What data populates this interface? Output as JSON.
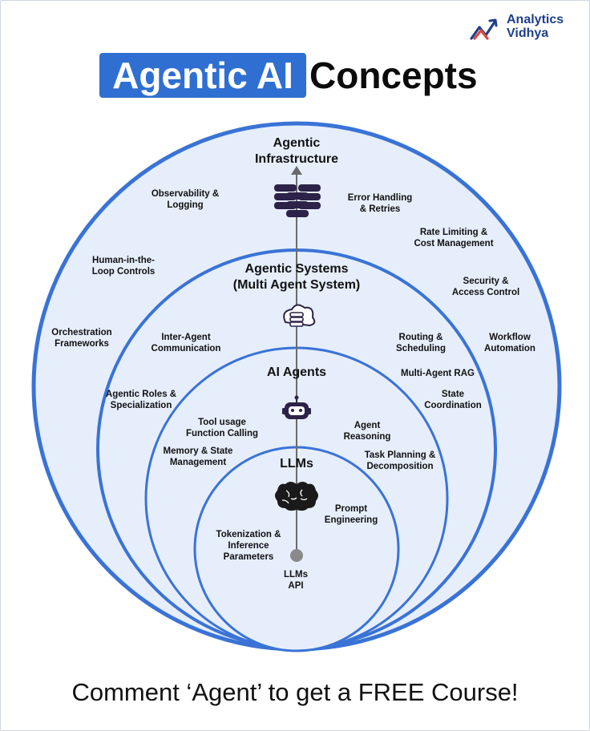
{
  "logo": {
    "line1": "Analytics",
    "line2": "Vidhya"
  },
  "title": {
    "highlight": "Agentic AI",
    "rest": "Concepts"
  },
  "rings": {
    "infrastructure": {
      "title": "Agentic\nInfrastructure"
    },
    "systems": {
      "title": "Agentic Systems\n(Multi Agent System)"
    },
    "agents": {
      "title": "AI Agents"
    },
    "llms": {
      "title": "LLMs"
    }
  },
  "concepts": {
    "observability": "Observability &\nLogging",
    "error_handling": "Error Handling\n& Retries",
    "rate_limiting": "Rate Limiting &\nCost Management",
    "human_in_loop": "Human-in-the-\nLoop Controls",
    "security": "Security &\nAccess Control",
    "orchestration": "Orchestration\nFrameworks",
    "workflow": "Workflow\nAutomation",
    "inter_agent": "Inter-Agent\nCommunication",
    "routing": "Routing &\nScheduling",
    "multi_agent_rag": "Multi-Agent RAG",
    "agentic_roles": "Agentic Roles &\nSpecialization",
    "state_coordination": "State\nCoordination",
    "tool_usage": "Tool usage\nFunction Calling",
    "agent_reasoning": "Agent\nReasoning",
    "memory_state": "Memory & State\nManagement",
    "task_planning": "Task Planning &\nDecomposition",
    "prompt_engineering": "Prompt\nEngineering",
    "tokenization": "Tokenization &\nInference\nParameters",
    "llms_api": "LLMs\nAPI"
  },
  "colors": {
    "ring_stroke": "#3a73d6",
    "ring_fill": "#e6eefb",
    "title_highlight": "#2f6fd1",
    "logo_text": "#1f3f8a",
    "logo_mark_dark": "#1f3f8a",
    "logo_mark_red": "#e0473b",
    "icon_dark": "#2d2247"
  },
  "icons": {
    "infrastructure": "database-server-icon",
    "systems": "cloud-database-icon",
    "agents": "robot-icon",
    "llms": "brain-icon"
  },
  "footer": {
    "text": "Comment ‘Agent’ to get a FREE Course!"
  }
}
